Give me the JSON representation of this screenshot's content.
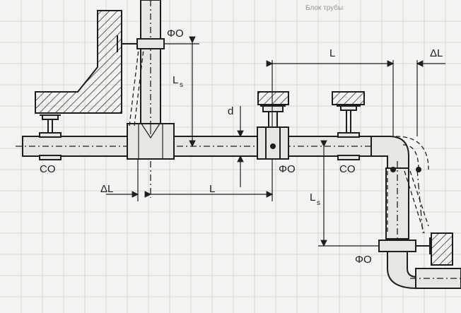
{
  "labels": {
    "fixed_point": "ΦO",
    "sliding_support": "CO",
    "length": "L",
    "delta_length": "ΔL",
    "ls_main": "L",
    "ls_sub": "s",
    "diameter": "d"
  },
  "header_text": "Блок трубы"
}
